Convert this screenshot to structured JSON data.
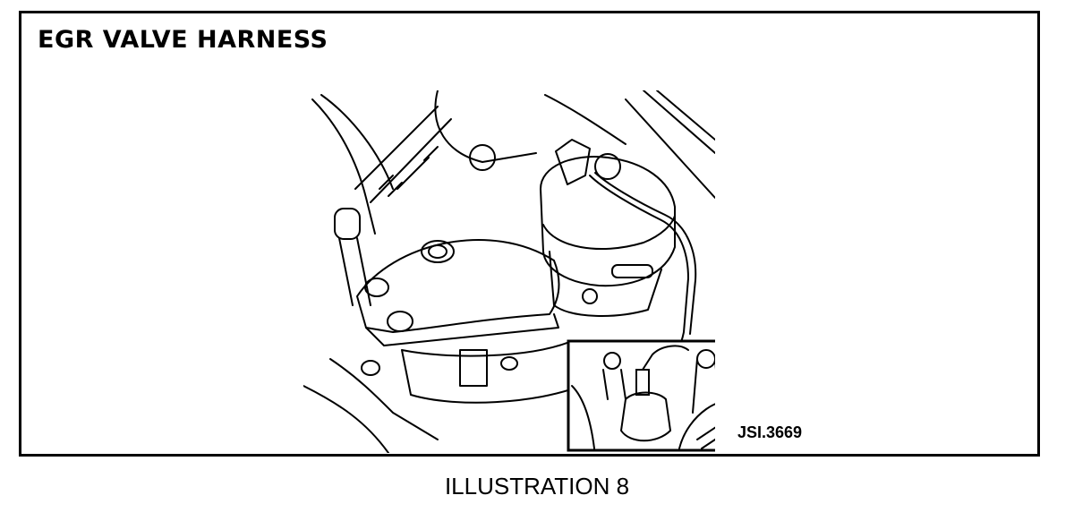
{
  "figure": {
    "title": "EGR VALVE HARNESS",
    "reference_code": "JSI.3669",
    "caption": "ILLUSTRATION 8"
  },
  "icons": [
    "engine-line-drawing",
    "inset-detail-drawing"
  ]
}
